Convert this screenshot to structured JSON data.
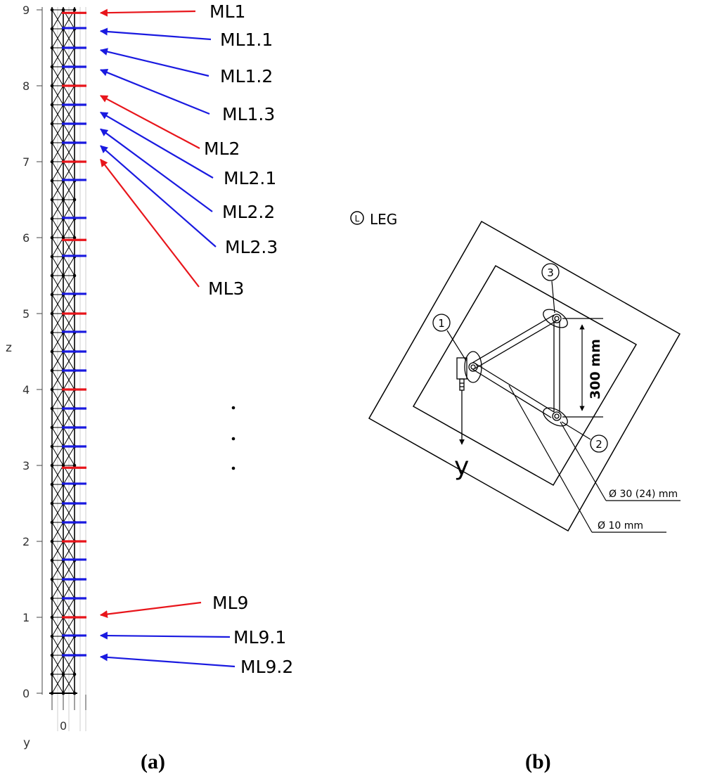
{
  "panel_a": {
    "caption": "(a)",
    "z_axis": {
      "label": "z",
      "ticks": [
        "0",
        "1",
        "2",
        "3",
        "4",
        "5",
        "6",
        "7",
        "8",
        "9"
      ]
    },
    "y_axis": {
      "label": "y",
      "ticks": [
        "0"
      ]
    },
    "colors": {
      "main_level": "#e8151b",
      "sub_level": "#1a1ae0",
      "frame": "#000000"
    },
    "callouts": [
      {
        "label": "ML1",
        "kind": "main",
        "z": 8.96
      },
      {
        "label": "ML1.1",
        "kind": "sub",
        "z": 8.72
      },
      {
        "label": "ML1.2",
        "kind": "sub",
        "z": 8.47
      },
      {
        "label": "ML1.3",
        "kind": "sub",
        "z": 8.21
      },
      {
        "label": "ML2",
        "kind": "main",
        "z": 7.87
      },
      {
        "label": "ML2.1",
        "kind": "sub",
        "z": 7.65
      },
      {
        "label": "ML2.2",
        "kind": "sub",
        "z": 7.43
      },
      {
        "label": "ML2.3",
        "kind": "sub",
        "z": 7.21
      },
      {
        "label": "ML3",
        "kind": "main",
        "z": 7.03
      },
      {
        "label": "ML9",
        "kind": "main",
        "z": 1.03
      },
      {
        "label": "ML9.1",
        "kind": "sub",
        "z": 0.76
      },
      {
        "label": "ML9.2",
        "kind": "sub",
        "z": 0.48
      }
    ],
    "bars": [
      {
        "z": 8.96,
        "kind": "main"
      },
      {
        "z": 8.76,
        "kind": "sub"
      },
      {
        "z": 8.5,
        "kind": "sub"
      },
      {
        "z": 8.25,
        "kind": "sub"
      },
      {
        "z": 8.0,
        "kind": "main"
      },
      {
        "z": 7.75,
        "kind": "sub"
      },
      {
        "z": 7.5,
        "kind": "sub"
      },
      {
        "z": 7.25,
        "kind": "sub"
      },
      {
        "z": 7.0,
        "kind": "main"
      },
      {
        "z": 6.76,
        "kind": "sub"
      },
      {
        "z": 6.26,
        "kind": "sub"
      },
      {
        "z": 5.97,
        "kind": "main"
      },
      {
        "z": 5.76,
        "kind": "sub"
      },
      {
        "z": 5.26,
        "kind": "sub"
      },
      {
        "z": 5.0,
        "kind": "main"
      },
      {
        "z": 4.76,
        "kind": "sub"
      },
      {
        "z": 4.5,
        "kind": "sub"
      },
      {
        "z": 4.25,
        "kind": "sub"
      },
      {
        "z": 4.0,
        "kind": "main"
      },
      {
        "z": 3.75,
        "kind": "sub"
      },
      {
        "z": 3.5,
        "kind": "sub"
      },
      {
        "z": 3.25,
        "kind": "sub"
      },
      {
        "z": 2.97,
        "kind": "main"
      },
      {
        "z": 2.76,
        "kind": "sub"
      },
      {
        "z": 2.5,
        "kind": "sub"
      },
      {
        "z": 2.25,
        "kind": "sub"
      },
      {
        "z": 2.0,
        "kind": "main"
      },
      {
        "z": 1.76,
        "kind": "sub"
      },
      {
        "z": 1.5,
        "kind": "sub"
      },
      {
        "z": 1.25,
        "kind": "sub"
      },
      {
        "z": 1.0,
        "kind": "main"
      },
      {
        "z": 0.76,
        "kind": "sub"
      },
      {
        "z": 0.5,
        "kind": "sub"
      }
    ],
    "ellipsis": "⋮"
  },
  "panel_b": {
    "caption": "(b)",
    "leg_badge": "L",
    "leg_label": "LEG",
    "nodes": [
      "1",
      "2",
      "3"
    ],
    "dimension": "300 mm",
    "y_label": "y",
    "dim_outer": "Ø 30 (24) mm",
    "dim_inner": "Ø 10 mm",
    "colors": {
      "line": "#000000"
    }
  }
}
